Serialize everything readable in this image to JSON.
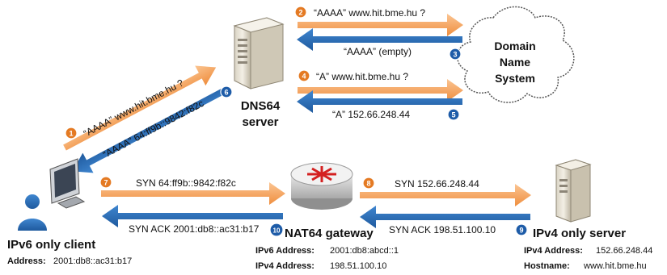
{
  "colors": {
    "orange": "#f5a35a",
    "orange_dark": "#e07b25",
    "blue": "#2e6fb7",
    "blue_dark": "#1d4f8a",
    "text": "#111111"
  },
  "nodes": {
    "dns64": {
      "line1": "DNS64",
      "line2": "server"
    },
    "dns_system": {
      "line1": "Domain",
      "line2": "Name",
      "line3": "System"
    },
    "client": {
      "title": "IPv6 only client",
      "addr_label": "Address:",
      "addr_value": "2001:db8::ac31:b17"
    },
    "nat64": {
      "title": "NAT64 gateway",
      "ipv6_label": "IPv6 Address:",
      "ipv6_value": "2001:db8:abcd::1",
      "ipv4_label": "IPv4 Address:",
      "ipv4_value": "198.51.100.10"
    },
    "server": {
      "title": "IPv4 only server",
      "ipv4_label": "IPv4 Address:",
      "ipv4_value": "152.66.248.44",
      "host_label": "Hostname:",
      "host_value": "www.hit.bme.hu"
    }
  },
  "messages": [
    {
      "num": "1",
      "text": "“AAAA” www.hit.bme.hu ?"
    },
    {
      "num": "2",
      "text": "“AAAA” www.hit.bme.hu ?"
    },
    {
      "num": "3",
      "text": "“AAAA” (empty)"
    },
    {
      "num": "4",
      "text": "“A” www.hit.bme.hu ?"
    },
    {
      "num": "5",
      "text": "“A” 152.66.248.44"
    },
    {
      "num": "6",
      "text": "“AAAA” 64:ff9b::9842:f82c"
    },
    {
      "num": "7",
      "text": "SYN 64:ff9b::9842:f82c"
    },
    {
      "num": "8",
      "text": "SYN 152.66.248.44"
    },
    {
      "num": "9",
      "text": "SYN ACK 198.51.100.10"
    },
    {
      "num": "10",
      "text": "SYN ACK 2001:db8::ac31:b17"
    }
  ]
}
